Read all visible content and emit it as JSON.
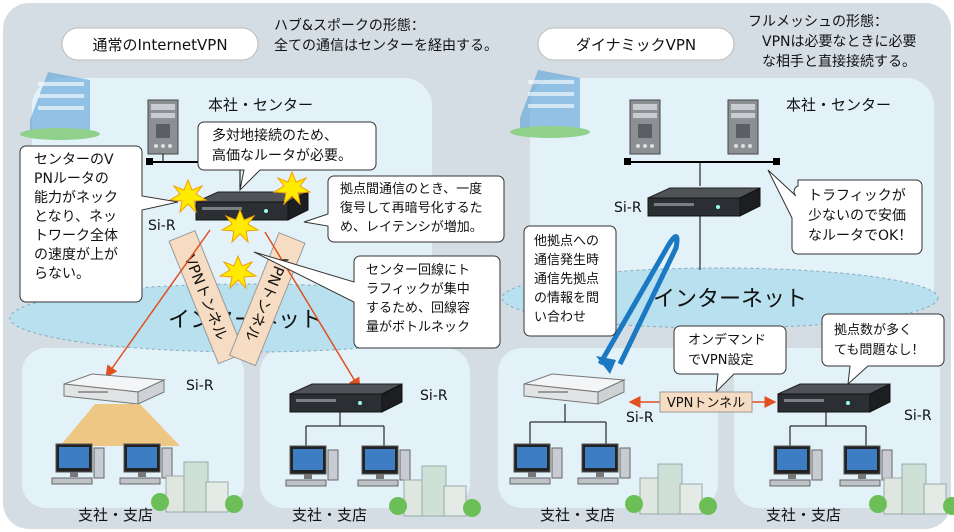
{
  "left": {
    "title_pill": "通常のInternetVPN",
    "description": [
      "ハブ&スポークの形態：",
      "全ての通信はセンターを経由する。"
    ],
    "center_label": "本社・センター",
    "router_label": "Si-R",
    "internet_label": "インターネット",
    "tunnel_label": "VPNトンネル",
    "branch_label": "支社・支店",
    "branch_router_label": "Si-R",
    "callout_cost": [
      "多対地接続のため、",
      "高価なルータが必要。"
    ],
    "callout_bottleneck": [
      "センターのV",
      "PNルータの",
      "能力がネック",
      "となり、ネッ",
      "トワーク全体",
      "の速度が上が",
      "らない。"
    ],
    "callout_latency": [
      "拠点間通信のとき、一度",
      "復号して再暗号化するた",
      "め、レイテンシが増加。"
    ],
    "callout_traffic": [
      "センター回線にト",
      "ラフィックが集中",
      "するため、回線容",
      "量がボトルネック"
    ]
  },
  "right": {
    "title_pill": "ダイナミックVPN",
    "description": [
      "フルメッシュの形態：",
      "VPNは必要なときに必要",
      "な相手と直接接続する。"
    ],
    "center_label": "本社・センター",
    "router_label": "Si-R",
    "internet_label": "インターネット",
    "tunnel_label": "VPNトンネル",
    "branch_label": "支社・支店",
    "branch_router_label": "Si-R",
    "callout_cheap": [
      "トラフィックが",
      "少ないので安価",
      "なルータでOK！"
    ],
    "callout_query": [
      "他拠点への",
      "通信発生時",
      "通信先拠点",
      "の情報を問",
      "い合わせ"
    ],
    "callout_ondemand": [
      "オンデマンド",
      "でVPN設定"
    ],
    "callout_many": [
      "拠点数が多く",
      "ても問題なし！"
    ]
  },
  "colors": {
    "panel": "#d3dde3",
    "area": "#e3f2f8",
    "cloud": "#b9e0ef",
    "tunnel": "#f5dcc2",
    "arrow": "#e05020",
    "blue_arrow": "#1b78c2",
    "burst": "#ffea00"
  }
}
